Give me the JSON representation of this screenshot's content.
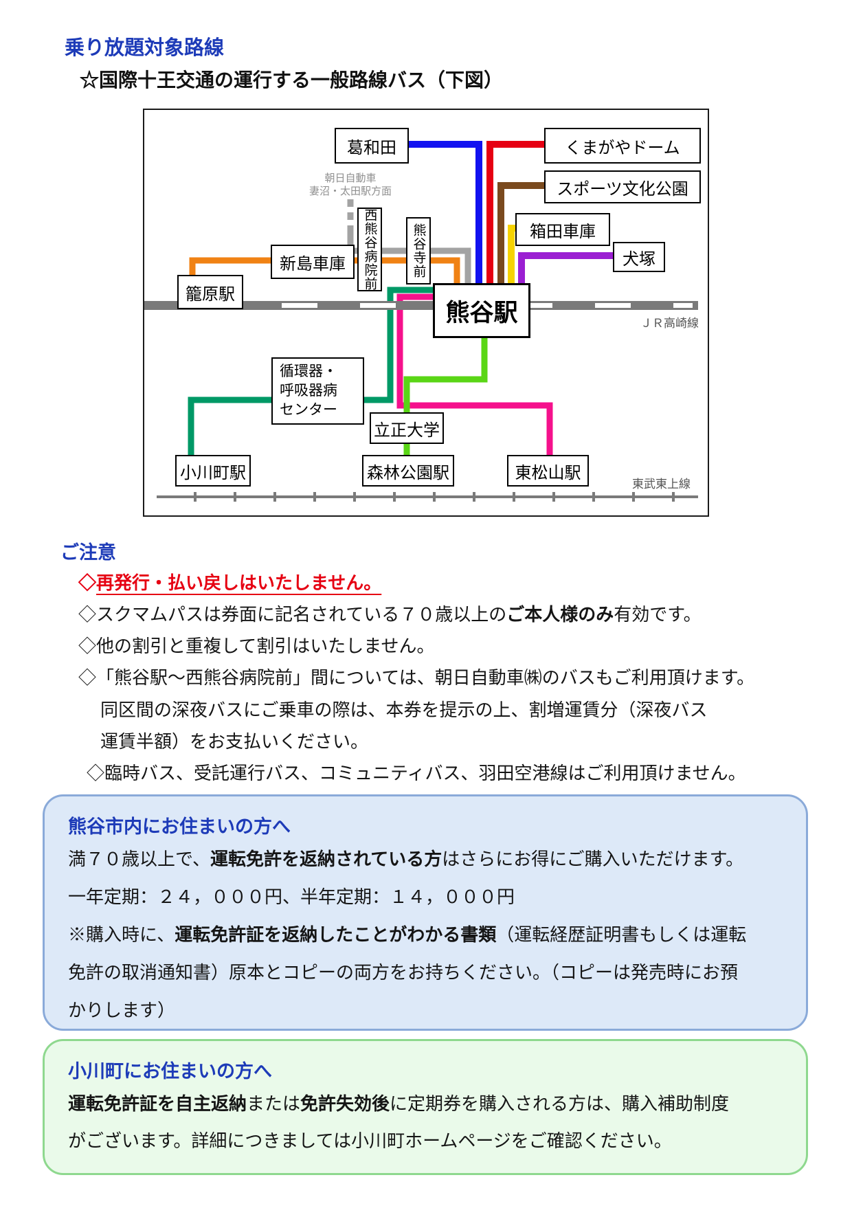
{
  "title": "乗り放題対象路線",
  "subtitle": "☆国際十王交通の運行する一般路線バス（下図）",
  "map": {
    "stations": {
      "kuzuwada": "葛和田",
      "kumagaya_dome": "くまがやドーム",
      "sports_park": "スポーツ文化公園",
      "hakoda": "箱田車庫",
      "inuzuka": "犬塚",
      "niijima": "新島車庫",
      "kagohara": "籠原駅",
      "nishi_kumagaya_hospital": "西熊谷病院前",
      "yukokuji": "熊谷寺前",
      "kumagaya_station": "熊谷駅",
      "junkanki_center": [
        "循環器・",
        "呼吸器病",
        "センター"
      ],
      "rissho_univ": "立正大学",
      "ogawamachi": "小川町駅",
      "shinrin_koen": "森林公園駅",
      "higashi_matsuyama": "東松山駅"
    },
    "labels": {
      "asahi_line1": "朝日自動車",
      "asahi_line2": "妻沼・太田駅方面",
      "jr_takasaki": "ＪＲ高崎線",
      "tobu_tojo": "東武東上線"
    },
    "route_colors": {
      "blue": "#1212f0",
      "red": "#e60012",
      "brown": "#7a4a1e",
      "yellow": "#f6d300",
      "purple": "#9b1fd2",
      "orange": "#f08214",
      "gray": "#a3a3a3",
      "teal": "#009966",
      "pink": "#f5118c",
      "green": "#5ad616"
    }
  },
  "notice": {
    "heading": "ご注意",
    "items": [
      {
        "segments": [
          {
            "t": "◇"
          },
          {
            "t": "再発行・払い戻しはいたしません。",
            "u": true
          }
        ]
      },
      {
        "segments": [
          {
            "t": "◇スクマムパスは券面に記名されている７０歳以上の"
          },
          {
            "t": "ご本人様のみ",
            "b": true
          },
          {
            "t": "有効です。"
          }
        ]
      },
      {
        "segments": [
          {
            "t": "◇他の割引と重複して割引はいたしません。"
          }
        ]
      },
      {
        "segments": [
          {
            "t": "◇「熊谷駅～西熊谷病院前」間については、朝日自動車㈱のバスもご利用頂けます。"
          }
        ]
      },
      {
        "segments": [
          {
            "t": "同区間の深夜バスにご乗車の際は、本券を提示の上、割増運賃分（深夜バス"
          }
        ]
      },
      {
        "segments": [
          {
            "t": "運賃半額）をお支払いください。"
          }
        ]
      },
      {
        "segments": [
          {
            "t": "◇臨時バス、受託運行バス、コミュニティバス、羽田空港線はご利用頂けません。"
          }
        ]
      }
    ]
  },
  "kumagaya_box": {
    "heading": "熊谷市内にお住まいの方へ",
    "lines": [
      {
        "segments": [
          {
            "t": "満７０歳以上で、"
          },
          {
            "t": "運転免許を返納されている方",
            "b": true
          },
          {
            "t": "はさらにお得にご購入いただけます。"
          }
        ]
      },
      {
        "segments": [
          {
            "t": "一年定期：２４，０００円、半年定期：１４，０００円"
          }
        ]
      },
      {
        "segments": [
          {
            "t": "※購入時に、"
          },
          {
            "t": "運転免許証を返納したことがわかる書類",
            "b": true
          },
          {
            "t": "（運転経歴証明書もしくは運転"
          }
        ]
      },
      {
        "segments": [
          {
            "t": "免許の取消通知書）原本とコピーの両方をお持ちください。（コピーは発売時にお預"
          }
        ]
      },
      {
        "segments": [
          {
            "t": "かりします）"
          }
        ]
      }
    ]
  },
  "ogawa_box": {
    "heading": "小川町にお住まいの方へ",
    "lines": [
      {
        "segments": [
          {
            "t": "運転免許証を自主返納",
            "b": true
          },
          {
            "t": "または"
          },
          {
            "t": "免許失効後",
            "b": true
          },
          {
            "t": "に定期券を購入される方は、購入補助制度"
          }
        ]
      },
      {
        "segments": [
          {
            "t": "がございます。詳細につきましては小川町ホームページをご確認ください。"
          }
        ]
      }
    ]
  }
}
